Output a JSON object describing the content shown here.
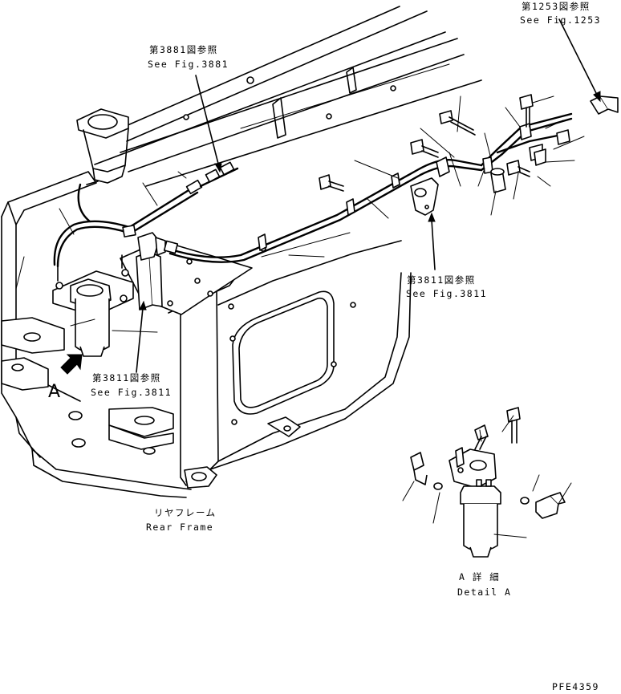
{
  "labels": {
    "ref_1253_jp": "第1253図参照",
    "ref_1253_en": "See Fig.1253",
    "ref_3881_jp": "第3881図参照",
    "ref_3881_en": "See Fig.3881",
    "ref_3811_right_jp": "第3811図参照",
    "ref_3811_right_en": "See Fig.3811",
    "ref_3811_left_jp": "第3811図参照",
    "ref_3811_left_en": "See Fig.3811",
    "rear_frame_jp": "リヤフレーム",
    "rear_frame_en": "Rear Frame",
    "detail_jp": "A 詳 細",
    "detail_en": "Detail A",
    "view_letter": "A",
    "drawing_code": "PFE4359"
  }
}
